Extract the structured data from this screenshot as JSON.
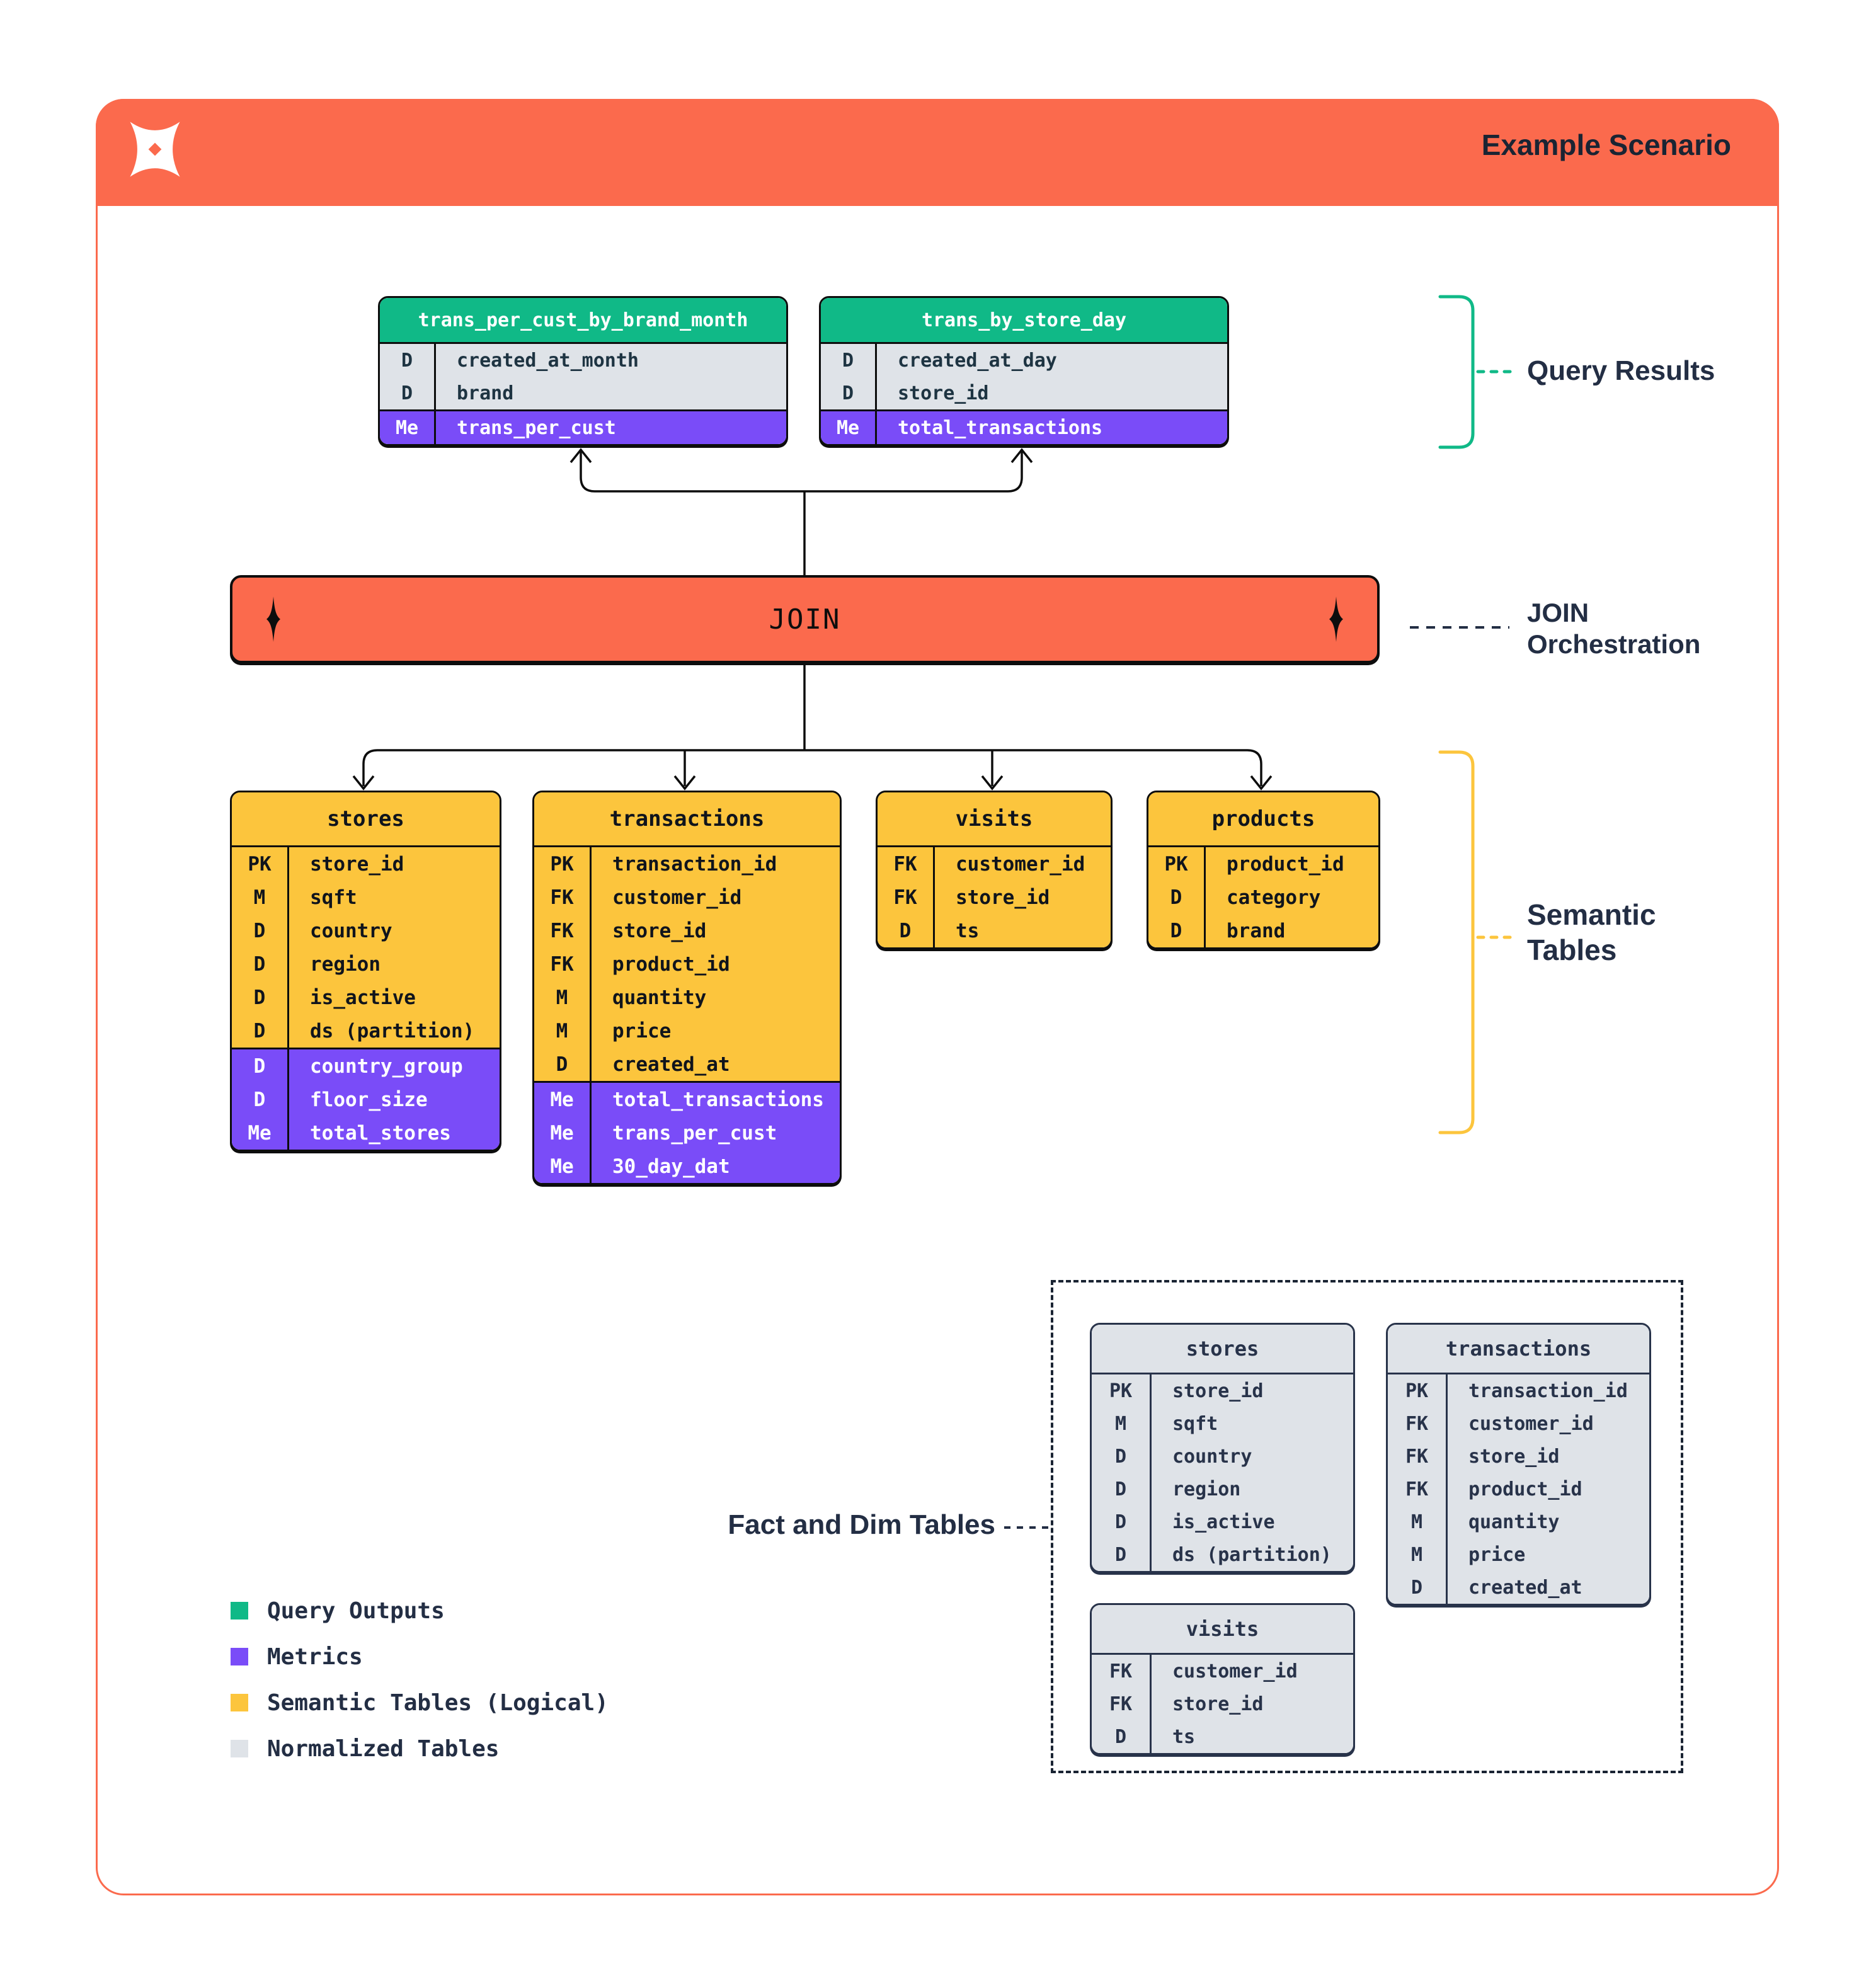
{
  "header": {
    "title": "Example Scenario",
    "logo": "dagster-x-logo"
  },
  "join": {
    "label": "JOIN"
  },
  "annotations": {
    "query_results": "Query Results",
    "join_orchestration": {
      "line1": "JOIN",
      "line2": "Orchestration"
    },
    "semantic_tables": {
      "line1": "Semantic",
      "line2": "Tables"
    },
    "fact_dim": "Fact and Dim Tables"
  },
  "legend": [
    {
      "label": "Query Outputs",
      "color": "#10B987"
    },
    {
      "label": "Metrics",
      "color": "#7A4CF8"
    },
    {
      "label": "Semantic Tables (Logical)",
      "color": "#FCC53D"
    },
    {
      "label": "Normalized Tables",
      "color": "#DFE3E8"
    }
  ],
  "colors": {
    "orange": "#FB6A4D",
    "green": "#10B987",
    "purple": "#7A4CF8",
    "yellow": "#FCC53D",
    "light_gray": "#DFE3E8",
    "navy": "#232E44",
    "black": "#0D0D0D"
  },
  "tables": [
    {
      "id": "qr1",
      "title": "trans_per_cust_by_brand_month",
      "header": "green",
      "sections": [
        {
          "variant": "dim",
          "rows": [
            [
              "D",
              "created_at_month"
            ],
            [
              "D",
              "brand"
            ]
          ]
        },
        {
          "variant": "metric",
          "rows": [
            [
              "Me",
              "trans_per_cust"
            ]
          ]
        }
      ]
    },
    {
      "id": "qr2",
      "title": "trans_by_store_day",
      "header": "green",
      "sections": [
        {
          "variant": "dim",
          "rows": [
            [
              "D",
              "created_at_day"
            ],
            [
              "D",
              "store_id"
            ]
          ]
        },
        {
          "variant": "metric",
          "rows": [
            [
              "Me",
              "total_transactions"
            ]
          ]
        }
      ]
    },
    {
      "id": "sem-stores",
      "title": "stores",
      "header": "yellow",
      "sections": [
        {
          "variant": "sem",
          "rows": [
            [
              "PK",
              "store_id"
            ],
            [
              "M",
              "sqft"
            ],
            [
              "D",
              "country"
            ],
            [
              "D",
              "region"
            ],
            [
              "D",
              "is_active"
            ],
            [
              "D",
              "ds (partition)"
            ]
          ]
        },
        {
          "variant": "metric",
          "rows": [
            [
              "D",
              "country_group"
            ],
            [
              "D",
              "floor_size"
            ],
            [
              "Me",
              "total_stores"
            ]
          ]
        }
      ]
    },
    {
      "id": "sem-transactions",
      "title": "transactions",
      "header": "yellow",
      "sections": [
        {
          "variant": "sem",
          "rows": [
            [
              "PK",
              "transaction_id"
            ],
            [
              "FK",
              "customer_id"
            ],
            [
              "FK",
              "store_id"
            ],
            [
              "FK",
              "product_id"
            ],
            [
              "M",
              "quantity"
            ],
            [
              "M",
              "price"
            ],
            [
              "D",
              "created_at"
            ]
          ]
        },
        {
          "variant": "metric",
          "rows": [
            [
              "Me",
              "total_transactions"
            ],
            [
              "Me",
              "trans_per_cust"
            ],
            [
              "Me",
              "30_day_dat"
            ]
          ]
        }
      ]
    },
    {
      "id": "sem-visits",
      "title": "visits",
      "header": "yellow",
      "sections": [
        {
          "variant": "sem",
          "rows": [
            [
              "FK",
              "customer_id"
            ],
            [
              "FK",
              "store_id"
            ],
            [
              "D",
              "ts"
            ]
          ]
        }
      ]
    },
    {
      "id": "sem-products",
      "title": "products",
      "header": "yellow",
      "sections": [
        {
          "variant": "sem",
          "rows": [
            [
              "PK",
              "product_id"
            ],
            [
              "D",
              "category"
            ],
            [
              "D",
              "brand"
            ]
          ]
        }
      ]
    },
    {
      "id": "norm-stores",
      "title": "stores",
      "header": "gray",
      "sections": [
        {
          "variant": "norm",
          "rows": [
            [
              "PK",
              "store_id"
            ],
            [
              "M",
              "sqft"
            ],
            [
              "D",
              "country"
            ],
            [
              "D",
              "region"
            ],
            [
              "D",
              "is_active"
            ],
            [
              "D",
              "ds (partition)"
            ]
          ]
        }
      ]
    },
    {
      "id": "norm-transactions",
      "title": "transactions",
      "header": "gray",
      "sections": [
        {
          "variant": "norm",
          "rows": [
            [
              "PK",
              "transaction_id"
            ],
            [
              "FK",
              "customer_id"
            ],
            [
              "FK",
              "store_id"
            ],
            [
              "FK",
              "product_id"
            ],
            [
              "M",
              "quantity"
            ],
            [
              "M",
              "price"
            ],
            [
              "D",
              "created_at"
            ]
          ]
        }
      ]
    },
    {
      "id": "norm-visits",
      "title": "visits",
      "header": "gray",
      "sections": [
        {
          "variant": "norm",
          "rows": [
            [
              "FK",
              "customer_id"
            ],
            [
              "FK",
              "store_id"
            ],
            [
              "D",
              "ts"
            ]
          ]
        }
      ]
    }
  ]
}
